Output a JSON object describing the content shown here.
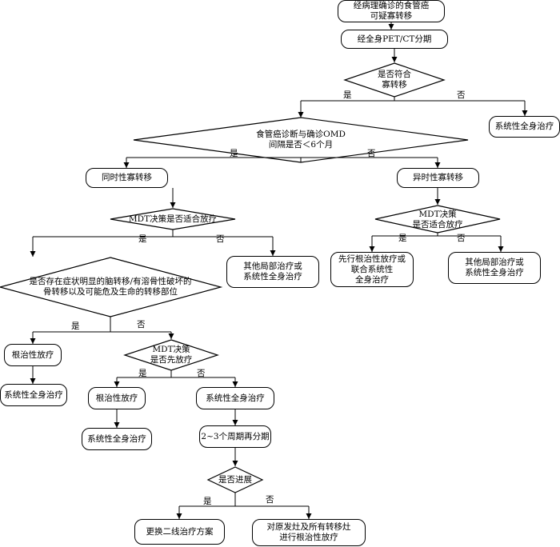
{
  "nodes": {
    "start": "经病理确诊的食管癌\n可疑寡转移",
    "pet": "经全身PET/CT分期",
    "q_oligo": "是否符合\n寡转移",
    "systemic_top": "系统性全身治疗",
    "q_interval": "食管癌诊断与确诊OMD\n间隔是否＜6个月",
    "sync": "同时性寡转移",
    "async": "异时性寡转移",
    "q_mdt_sync": "MDT决策是否适合放疗",
    "q_mdt_async": "MDT决策\n是否适合放疗",
    "other_local_sync": "其他局部治疗或\n系统性全身治疗",
    "first_radical": "先行根治性放疗或\n联合系统性\n全身治疗",
    "other_local_async": "其他局部治疗或\n系统性全身治疗",
    "q_symptom": "是否存在症状明显的脑转移/有溶骨性破坏的\n骨转移以及可能危及生命的转移部位",
    "radical_left": "根治性放疗",
    "systemic_left": "系统性全身治疗",
    "q_mdt_first": "MDT决策\n是否先放疗",
    "radical_mid": "根治性放疗",
    "systemic_mid": "系统性全身治疗",
    "systemic_right": "系统性全身治疗",
    "restage": "2~3个周期再分期",
    "q_progress": "是否进展",
    "second_line": "更换二线治疗方案",
    "radical_all": "对原发灶及所有转移灶\n进行根治性放疗"
  },
  "labels": {
    "yes": "是",
    "no": "否"
  }
}
